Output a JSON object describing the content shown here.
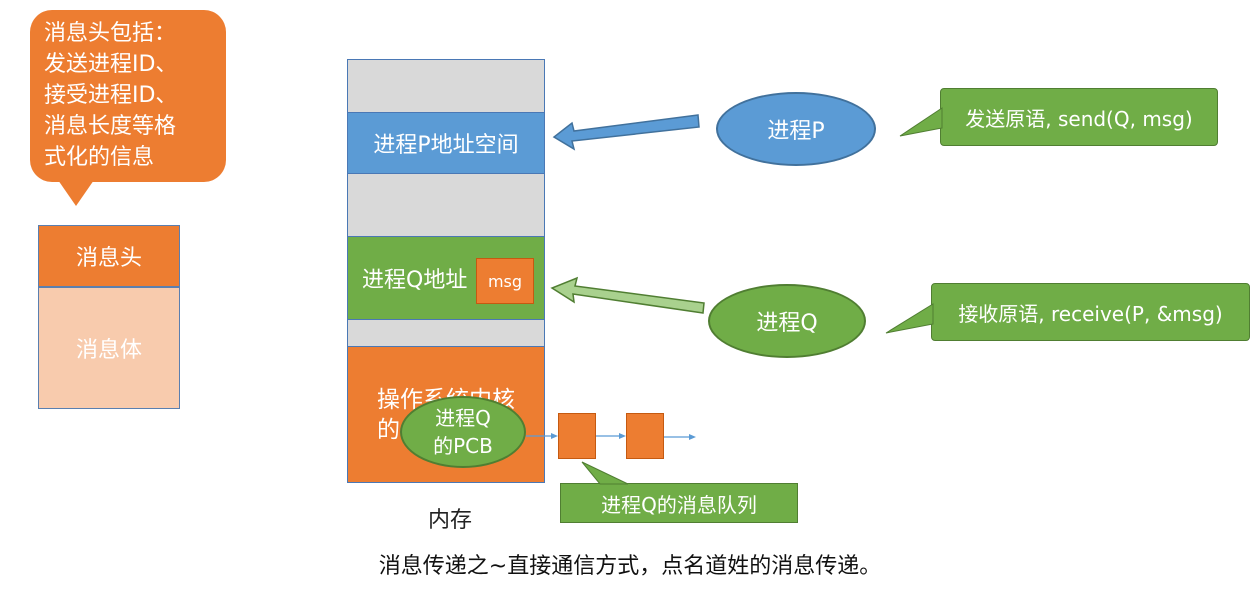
{
  "callout": {
    "lines": [
      "消息头包括：",
      "发送进程ID、",
      "接受进程ID、",
      "消息长度等格",
      "式化的信息"
    ]
  },
  "message_struct": {
    "head": "消息头",
    "body": "消息体"
  },
  "memory": {
    "p_space": "进程P地址空间",
    "q_space": "进程Q地址",
    "msg": "msg",
    "kernel_line1": "操作系统内核",
    "kernel_line2": "的",
    "pcb_line1": "进程Q",
    "pcb_line2": "的PCB",
    "label": "内存"
  },
  "queue": {
    "label": "进程Q的消息队列"
  },
  "processes": {
    "p": "进程P",
    "q": "进程Q",
    "send": "发送原语, send(Q, msg)",
    "receive": "接收原语, receive(P, &msg)"
  },
  "caption": "消息传递之~直接通信方式，点名道姓的消息传递。",
  "colors": {
    "orange": "#ed7d31",
    "light_orange": "#f8cbad",
    "blue": "#5b9bd5",
    "green": "#70ad47",
    "gray": "#d9d9d9"
  }
}
